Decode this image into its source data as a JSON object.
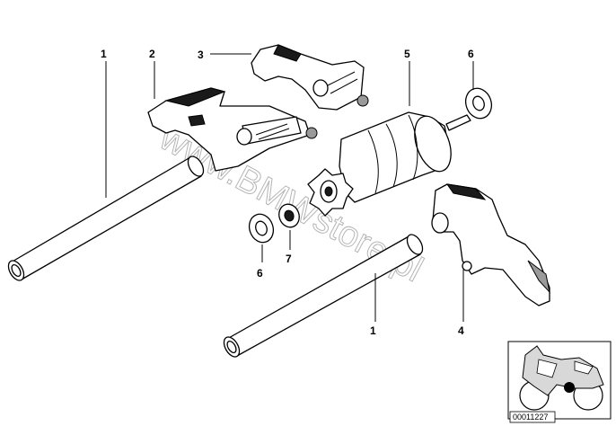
{
  "callouts": {
    "c1a": "1",
    "c2": "2",
    "c3": "3",
    "c5": "5",
    "c6a": "6",
    "c6b": "6",
    "c7": "7",
    "c1b": "1",
    "c4": "4"
  },
  "watermark": "www.BMWstore.pl",
  "thumbnail": {
    "code": "00011227"
  }
}
